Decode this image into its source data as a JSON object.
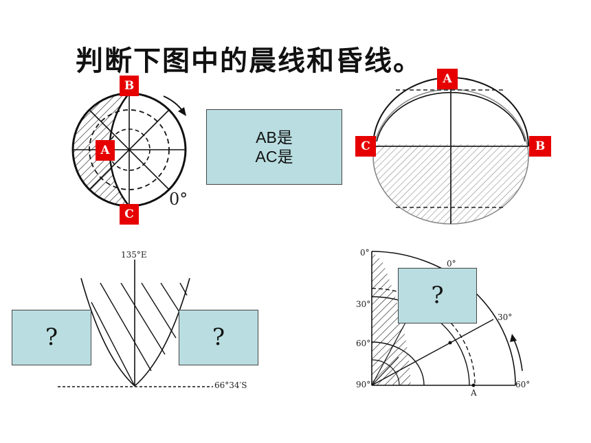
{
  "title": "判断下图中的晨线和昏线。",
  "center_box": {
    "line1": "AB是",
    "line2": "AC是"
  },
  "q_boxes": {
    "q1": "?",
    "q2": "?",
    "q3": "?"
  },
  "fig1": {
    "labels": {
      "a": "A",
      "b": "B",
      "c": "C"
    },
    "degree": "0°"
  },
  "fig2": {
    "labels": {
      "a": "A",
      "b": "B",
      "c": "C"
    }
  },
  "fig3": {
    "meridian": "135°E",
    "latitude": "66°34′S"
  },
  "fig4": {
    "lat_top": "0°",
    "lat_30": "30°",
    "lat_60": "60°",
    "lat_90": "90°",
    "lon_0": "0°",
    "lon_30": "30°",
    "lon_60": "60°",
    "point_a": "A"
  }
}
